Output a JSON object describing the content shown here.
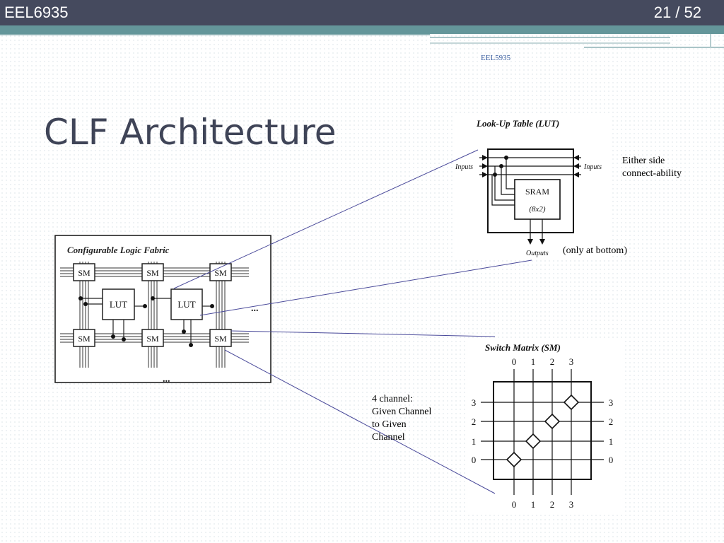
{
  "header": {
    "deck_title": "EEL6935",
    "page_counter": "21 / 52"
  },
  "footer_label": "EEL5935",
  "slide_title": "CLF Architecture",
  "clf_figure": {
    "title": "Configurable Logic Fabric",
    "sm_label": "SM",
    "lut_label": "LUT",
    "ellipsis": "..."
  },
  "lut_figure": {
    "title": "Look-Up Table (LUT)",
    "inputs_left": "Inputs",
    "inputs_right": "Inputs",
    "sram": "SRAM",
    "sram_size": "(8x2)",
    "outputs": "Outputs"
  },
  "sm_figure": {
    "title": "Switch Matrix (SM)",
    "channels": [
      "0",
      "1",
      "2",
      "3"
    ]
  },
  "notes": {
    "either_side_1": "Either side",
    "either_side_2": "connect-ability",
    "only_bottom": "(only at bottom)",
    "four_channel_1": "4 channel:",
    "four_channel_2": "Given Channel",
    "four_channel_3": "to Given",
    "four_channel_4": "Channel"
  },
  "colors": {
    "header_bg": "#454a5e",
    "teal": "#64969a",
    "title": "#3f4457",
    "callout_line": "#4a4a9a"
  }
}
